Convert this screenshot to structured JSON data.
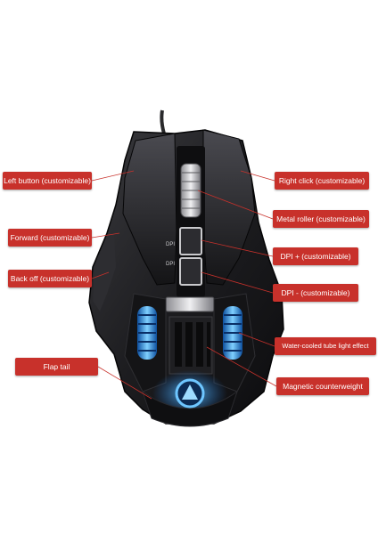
{
  "product_image": {
    "icon": "gaming-mouse",
    "dpi_labels": {
      "upper": "DPI",
      "lower": "DPI"
    },
    "callouts": {
      "left_button": "Left button (customizable)",
      "forward": "Forward (customizable)",
      "back_off": "Back off (customizable)",
      "flap_tail": "Flap tail",
      "right_click": "Right click (customizable)",
      "metal_roller": "Metal roller (customizable)",
      "dpi_plus": "DPI + (customizable)",
      "dpi_minus": "DPI - (customizable)",
      "water_cooled": "Water-cooled tube light effect",
      "magnetic_counterweight": "Magnetic counterweight"
    }
  },
  "colors": {
    "callout_red": "#c8312b",
    "callout_text": "#ffffff",
    "mouse_body": "#1c1c1e",
    "light_blue": "#3aa0ff",
    "metal": "#c9c9cc"
  }
}
